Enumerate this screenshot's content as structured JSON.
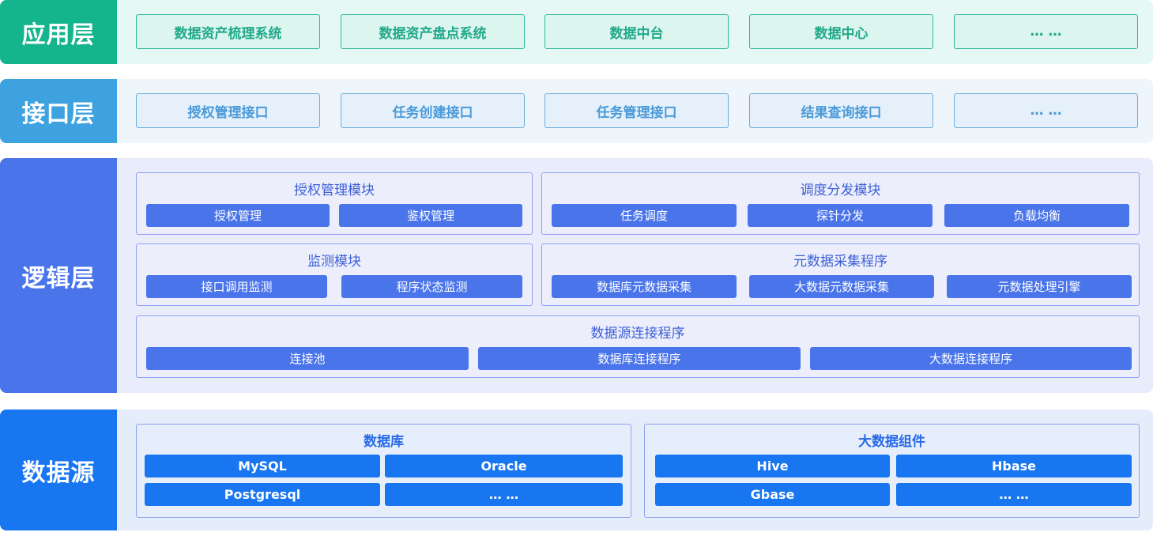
{
  "layers": {
    "application": {
      "label": "应用层",
      "items": [
        "数据资产梳理系统",
        "数据资产盘点系统",
        "数据中台",
        "数据中心",
        "… …"
      ]
    },
    "interface": {
      "label": "接口层",
      "items": [
        "授权管理接口",
        "任务创建接口",
        "任务管理接口",
        "结果查询接口",
        "… …"
      ]
    },
    "logic": {
      "label": "逻辑层",
      "modules": {
        "auth": {
          "title": "授权管理模块",
          "items": [
            "授权管理",
            "鉴权管理"
          ]
        },
        "dispatch": {
          "title": "调度分发模块",
          "items": [
            "任务调度",
            "探针分发",
            "负载均衡"
          ]
        },
        "monitor": {
          "title": "监测模块",
          "items": [
            "接口调用监测",
            "程序状态监测"
          ]
        },
        "metadata": {
          "title": "元数据采集程序",
          "items": [
            "数据库元数据采集",
            "大数据元数据采集",
            "元数据处理引擎"
          ]
        },
        "connector": {
          "title": "数据源连接程序",
          "items": [
            "连接池",
            "数据库连接程序",
            "大数据连接程序"
          ]
        }
      }
    },
    "datasource": {
      "label": "数据源",
      "groups": {
        "database": {
          "title": "数据库",
          "items": [
            "MySQL",
            "Oracle",
            "Postgresql",
            "… …"
          ]
        },
        "bigdata": {
          "title": "大数据组件",
          "items": [
            "Hive",
            "Hbase",
            "Gbase",
            "… …"
          ]
        }
      }
    }
  },
  "colors": {
    "application": "#14b58c",
    "interface": "#3ea2e0",
    "logic": "#4a74ea",
    "datasource": "#1776f0"
  }
}
